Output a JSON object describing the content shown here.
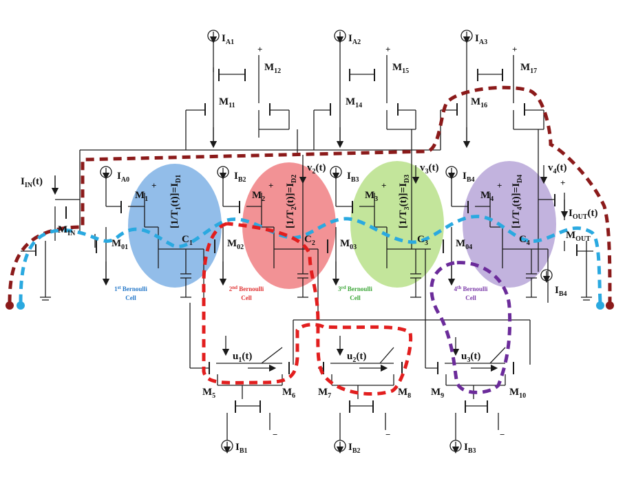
{
  "colors": {
    "cell1": "#7fb2e5",
    "cell2": "#f07f82",
    "cell3": "#b9e08a",
    "cell4": "#b7a6d8",
    "cell1_text": "#2477c8",
    "cell2_text": "#e03131",
    "cell3_text": "#3aa536",
    "cell4_text": "#7b3aa8",
    "path_darkred": "#8b1a1a",
    "path_blue": "#2aa9e0",
    "path_red": "#e21e1e",
    "path_purple": "#6b2b9a"
  },
  "labels": {
    "IA1": {
      "main": "I",
      "sub": "A1"
    },
    "IA2": {
      "main": "I",
      "sub": "A2"
    },
    "IA3": {
      "main": "I",
      "sub": "A3"
    },
    "M12": {
      "main": "M",
      "sub": "12"
    },
    "M15": {
      "main": "M",
      "sub": "15"
    },
    "M17": {
      "main": "M",
      "sub": "17"
    },
    "M11": {
      "main": "M",
      "sub": "11"
    },
    "M14": {
      "main": "M",
      "sub": "14"
    },
    "M16": {
      "main": "M",
      "sub": "16"
    },
    "IIN": {
      "main": "I",
      "sub": "IN",
      "tail": "(t)"
    },
    "MIN": {
      "main": "M",
      "sub": "IN"
    },
    "IA0": {
      "main": "I",
      "sub": "A0"
    },
    "IB2": {
      "main": "I",
      "sub": "B2"
    },
    "IB3": {
      "main": "I",
      "sub": "B3"
    },
    "IB4": {
      "main": "I",
      "sub": "B4"
    },
    "IB4b": {
      "main": "I",
      "sub": "B4"
    },
    "M1": {
      "main": "M",
      "sub": "1"
    },
    "M2": {
      "main": "M",
      "sub": "2"
    },
    "M3": {
      "main": "M",
      "sub": "3"
    },
    "M4": {
      "main": "M",
      "sub": "4"
    },
    "M01": {
      "main": "M",
      "sub": "01"
    },
    "M02": {
      "main": "M",
      "sub": "02"
    },
    "M03": {
      "main": "M",
      "sub": "03"
    },
    "M04": {
      "main": "M",
      "sub": "04"
    },
    "C1": {
      "main": "C",
      "sub": "1"
    },
    "C2": {
      "main": "C",
      "sub": "2"
    },
    "C3": {
      "main": "C",
      "sub": "3"
    },
    "C4": {
      "main": "C",
      "sub": "4"
    },
    "v2": {
      "main": "v",
      "sub": "2",
      "tail": "(t)"
    },
    "v3": {
      "main": "v",
      "sub": "3",
      "tail": "(t)"
    },
    "v4": {
      "main": "v",
      "sub": "4",
      "tail": "(t)"
    },
    "IOUT": {
      "main": "I",
      "sub": "OUT",
      "tail": "(t)"
    },
    "MOUT": {
      "main": "M",
      "sub": "OUT"
    },
    "M5": {
      "main": "M",
      "sub": "5"
    },
    "M6": {
      "main": "M",
      "sub": "6"
    },
    "M7": {
      "main": "M",
      "sub": "7"
    },
    "M8": {
      "main": "M",
      "sub": "8"
    },
    "M9": {
      "main": "M",
      "sub": "9"
    },
    "M10": {
      "main": "M",
      "sub": "10"
    },
    "u1": {
      "main": "u",
      "sub": "1",
      "tail": "(t)"
    },
    "u2": {
      "main": "u",
      "sub": "2",
      "tail": "(t)"
    },
    "u3": {
      "main": "u",
      "sub": "3",
      "tail": "(t)"
    },
    "IB1": {
      "main": "I",
      "sub": "B1"
    },
    "IB2b": {
      "main": "I",
      "sub": "B2"
    },
    "IB3b": {
      "main": "I",
      "sub": "B3"
    }
  },
  "equations": {
    "eq1": {
      "a": "[1/T",
      "s1": "1",
      "b": "(t)]=I",
      "s2": "D1"
    },
    "eq2": {
      "a": "[1/T",
      "s1": "2",
      "b": "(t)]=I",
      "s2": "D2"
    },
    "eq3": {
      "a": "[1/T",
      "s1": "3",
      "b": "(t)]=I",
      "s2": "D3"
    },
    "eq4": {
      "a": "[1/T",
      "s1": "4",
      "b": "(t)]=I",
      "s2": "D4"
    }
  },
  "cells": {
    "cell1": {
      "ord": "1",
      "sup": "st",
      "name": " Bernoulli",
      "line2": "Cell"
    },
    "cell2": {
      "ord": "2",
      "sup": "nd",
      "name": " Bernoulli",
      "line2": "Cell"
    },
    "cell3": {
      "ord": "3",
      "sup": "rd",
      "name": " Bernoulli",
      "line2": "Cell"
    },
    "cell4": {
      "ord": "4",
      "sup": "th",
      "name": " Bernoulli",
      "line2": "Cell"
    }
  },
  "symbols": {
    "plus": "+",
    "minus": "−"
  }
}
